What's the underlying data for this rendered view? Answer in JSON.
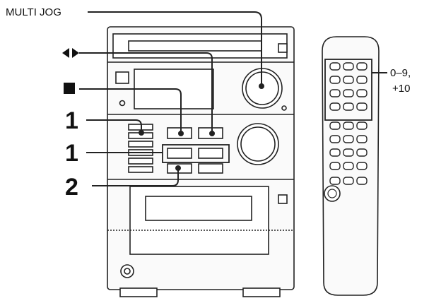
{
  "labels": {
    "multi_jog": "MULTI JOG",
    "step_one_a": "1",
    "step_one_b": "1",
    "step_two": "2",
    "digits_line1": "0–9,",
    "digits_line2": "+10"
  },
  "symbols": {
    "skip": "skip-left-right-arrows-icon",
    "stop": "stop-square-icon"
  }
}
